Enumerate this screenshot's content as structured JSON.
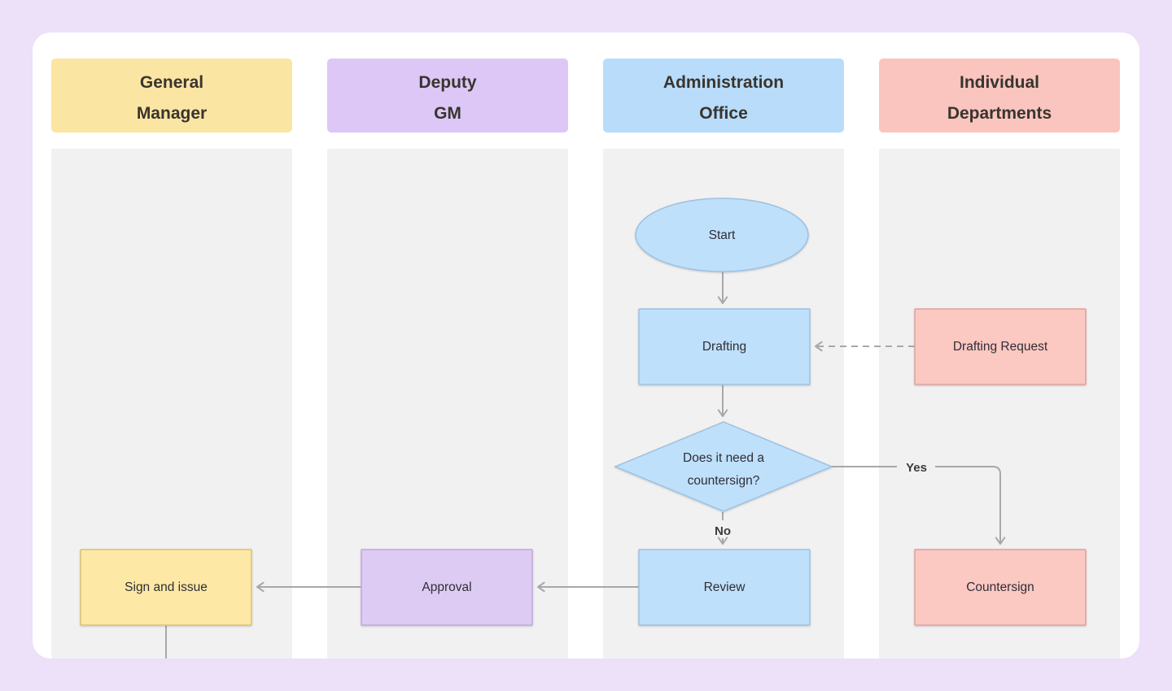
{
  "colors": {
    "page_bg": "#EDE0F9",
    "canvas_bg": "#FFFFFF",
    "lane_bg": "#F1F1F2",
    "arrow": "#A8A8A8",
    "header_yellow": "#FBE5A3",
    "header_purple": "#DCC7F7",
    "header_blue": "#B8DCFA",
    "header_pink": "#F9C5BE",
    "node_yellow_fill": "#FDE8A5",
    "node_yellow_stroke": "#D8C177",
    "node_purple_fill": "#DECBF3",
    "node_purple_stroke": "#C0A7DE",
    "node_blue_fill": "#BFE0FB",
    "node_blue_stroke": "#9EC1E0",
    "node_pink_fill": "#FCC8C2",
    "node_pink_stroke": "#DBA29C"
  },
  "lanes": [
    {
      "title_line1": "General",
      "title_line2": "Manager"
    },
    {
      "title_line1": "Deputy",
      "title_line2": "GM"
    },
    {
      "title_line1": "Administration",
      "title_line2": "Office"
    },
    {
      "title_line1": "Individual",
      "title_line2": "Departments"
    }
  ],
  "nodes": {
    "start": {
      "label": "Start"
    },
    "drafting": {
      "label": "Drafting"
    },
    "drafting_request": {
      "label": "Drafting Request"
    },
    "countersign_decision": {
      "label_line1": "Does it need a",
      "label_line2": "countersign?"
    },
    "review": {
      "label": "Review"
    },
    "countersign": {
      "label": "Countersign"
    },
    "approval": {
      "label": "Approval"
    },
    "sign_and_issue": {
      "label": "Sign and issue"
    }
  },
  "edge_labels": {
    "yes": "Yes",
    "no": "No"
  }
}
